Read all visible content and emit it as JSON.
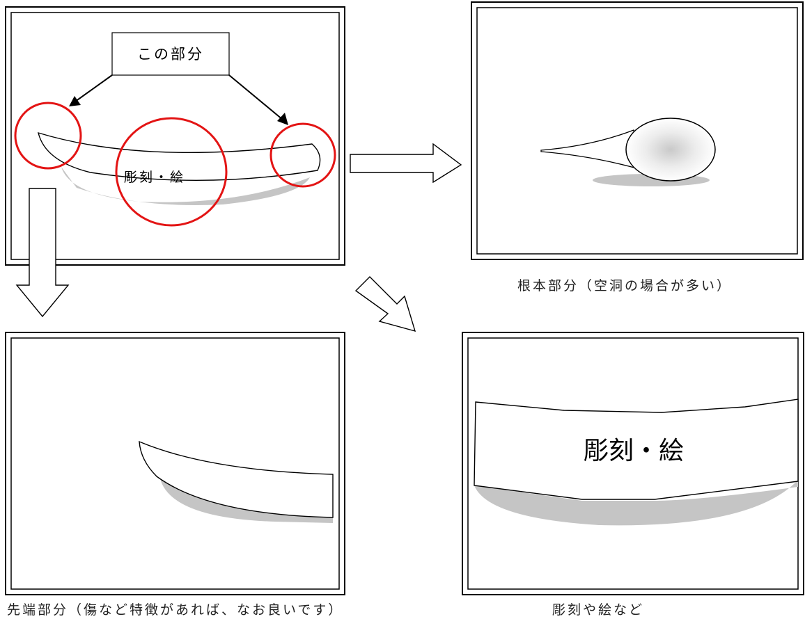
{
  "panels": {
    "main": {
      "callout": "この部分",
      "center_label": "彫刻・絵"
    },
    "base": {
      "caption": "根本部分（空洞の場合が多い）"
    },
    "tip": {
      "caption": "先端部分（傷など特徴があれば、なお良いです）"
    },
    "carving": {
      "label": "彫刻・絵",
      "caption": "彫刻や絵など"
    }
  }
}
